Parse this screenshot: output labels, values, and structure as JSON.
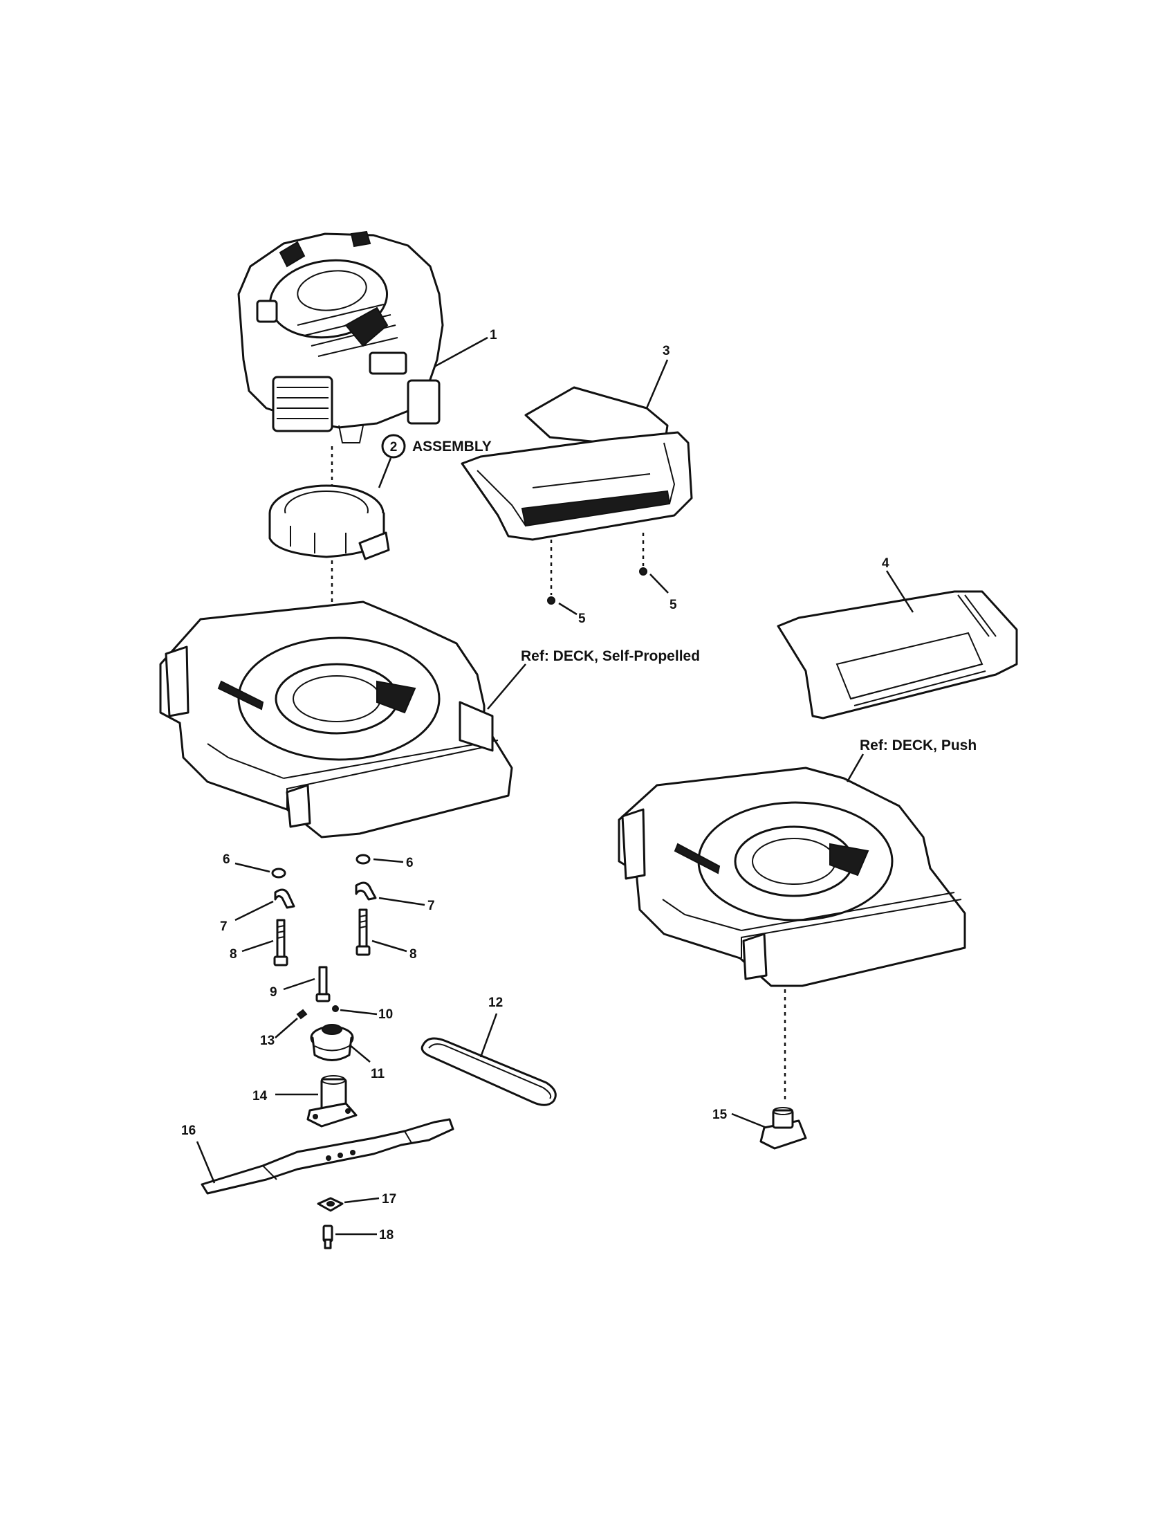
{
  "callouts": {
    "p1": "1",
    "p2": "2",
    "assembly": "ASSEMBLY",
    "p3": "3",
    "p4": "4",
    "p5a": "5",
    "p5b": "5",
    "p6a": "6",
    "p6b": "6",
    "p7a": "7",
    "p7b": "7",
    "p8a": "8",
    "p8b": "8",
    "p9": "9",
    "p10": "10",
    "p11": "11",
    "p12": "12",
    "p13": "13",
    "p14": "14",
    "p15": "15",
    "p16": "16",
    "p17": "17",
    "p18": "18"
  },
  "references": {
    "deck_self_propelled": "Ref: DECK, Self-Propelled",
    "deck_push": "Ref: DECK, Push"
  }
}
